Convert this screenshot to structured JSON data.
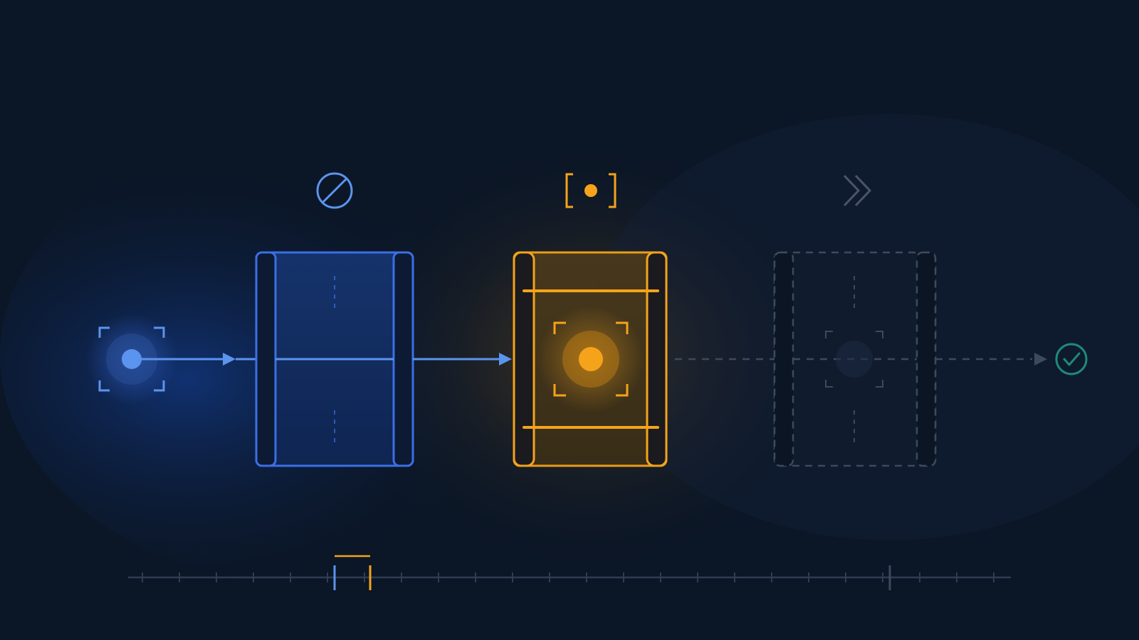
{
  "colors": {
    "background": "#0b1626",
    "stage_blue": "#3b6fe6",
    "stage_blue_light": "#5b94ee",
    "stage_orange": "#f5a31a",
    "stage_gray": "#3d4a5c",
    "complete_teal": "#1e8a7a",
    "ruler": "#2f3d52"
  },
  "pipeline": {
    "start": {
      "icon": "focus-target-icon",
      "state": "complete"
    },
    "stages": [
      {
        "id": "stage-1",
        "header_icon": "blocked-icon",
        "state": "done",
        "color": "#3b6fe6"
      },
      {
        "id": "stage-2",
        "header_icon": "focus-bracket-icon",
        "state": "active",
        "color": "#f5a31a"
      },
      {
        "id": "stage-3",
        "header_icon": "fast-forward-icon",
        "state": "pending",
        "color": "#3d4a5c"
      }
    ],
    "end": {
      "icon": "check-circle-icon",
      "state": "pending"
    }
  },
  "timeline": {
    "ticks": 24,
    "selection": {
      "start_tick": 6,
      "end_tick": 7
    },
    "marker_tick": 21
  }
}
